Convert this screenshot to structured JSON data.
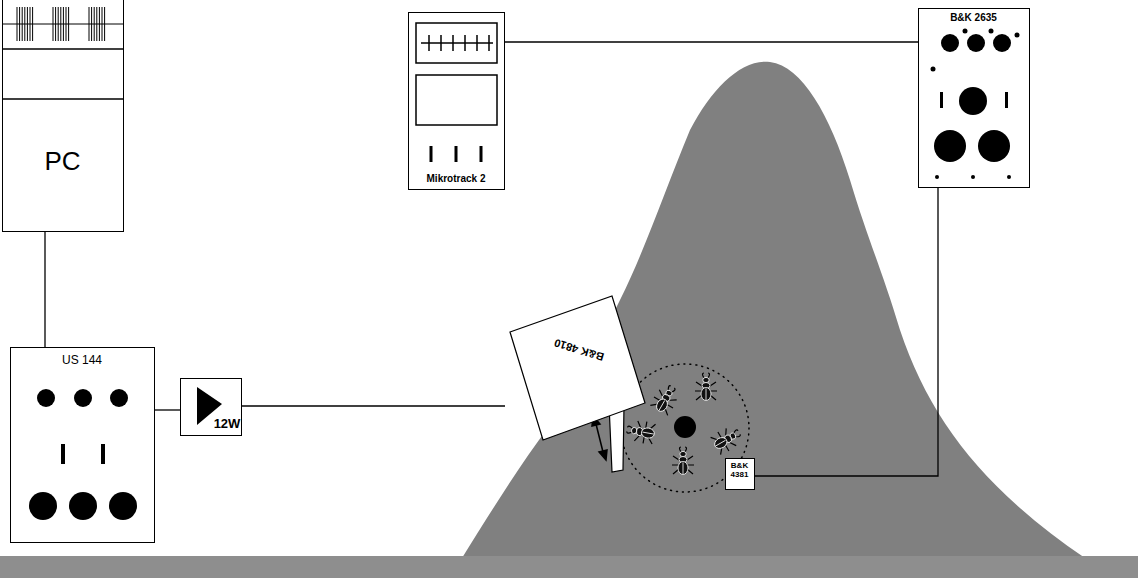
{
  "diagram": {
    "nodes": [
      {
        "text": [
          "PC"
        ]
      },
      {
        "text": [
          "Mikrotrack 2"
        ]
      },
      {
        "text": [
          "B&K 2635"
        ]
      },
      {
        "text": [
          "US 144"
        ]
      },
      {
        "text": [
          "12W"
        ]
      },
      {
        "text": [
          "B&K 4810"
        ]
      },
      {
        "text": [
          "B&K 4381"
        ]
      }
    ],
    "edges": [
      {
        "from": 0,
        "to": 3,
        "arrow": "none"
      },
      {
        "from": 3,
        "to": 4,
        "arrow": "none"
      },
      {
        "from": 4,
        "to": 5,
        "arrow": "none"
      },
      {
        "from": 1,
        "to": 2,
        "arrow": "none"
      },
      {
        "from": 2,
        "to": 6,
        "arrow": "none"
      }
    ]
  }
}
